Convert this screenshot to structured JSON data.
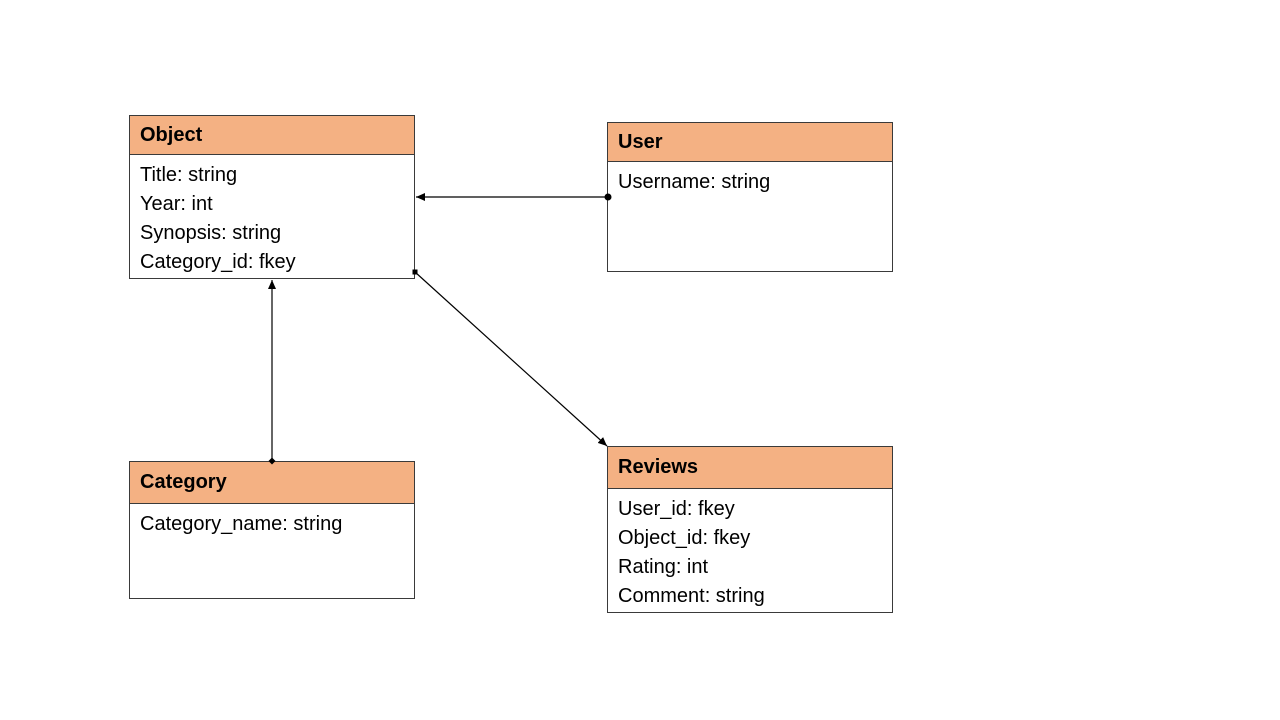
{
  "colors": {
    "header_fill": "#F4B183",
    "border": "#3a3a3a",
    "connector": "#000000"
  },
  "entities": {
    "object": {
      "name": "Object",
      "attributes": [
        "Title: string",
        "Year: int",
        "Synopsis: string",
        "Category_id: fkey"
      ]
    },
    "user": {
      "name": "User",
      "attributes": [
        "Username: string"
      ]
    },
    "category": {
      "name": "Category",
      "attributes": [
        "Category_name: string"
      ]
    },
    "reviews": {
      "name": "Reviews",
      "attributes": [
        "User_id: fkey",
        "Object_id: fkey",
        "Rating: int",
        "Comment: string"
      ]
    }
  },
  "relationships": [
    {
      "from": "user",
      "to": "object",
      "source_marker": "dot",
      "target_marker": "arrow"
    },
    {
      "from": "category",
      "to": "object",
      "source_marker": "diamond",
      "target_marker": "arrow"
    },
    {
      "from": "object",
      "to": "reviews",
      "source_marker": "square",
      "target_marker": "arrow"
    }
  ]
}
